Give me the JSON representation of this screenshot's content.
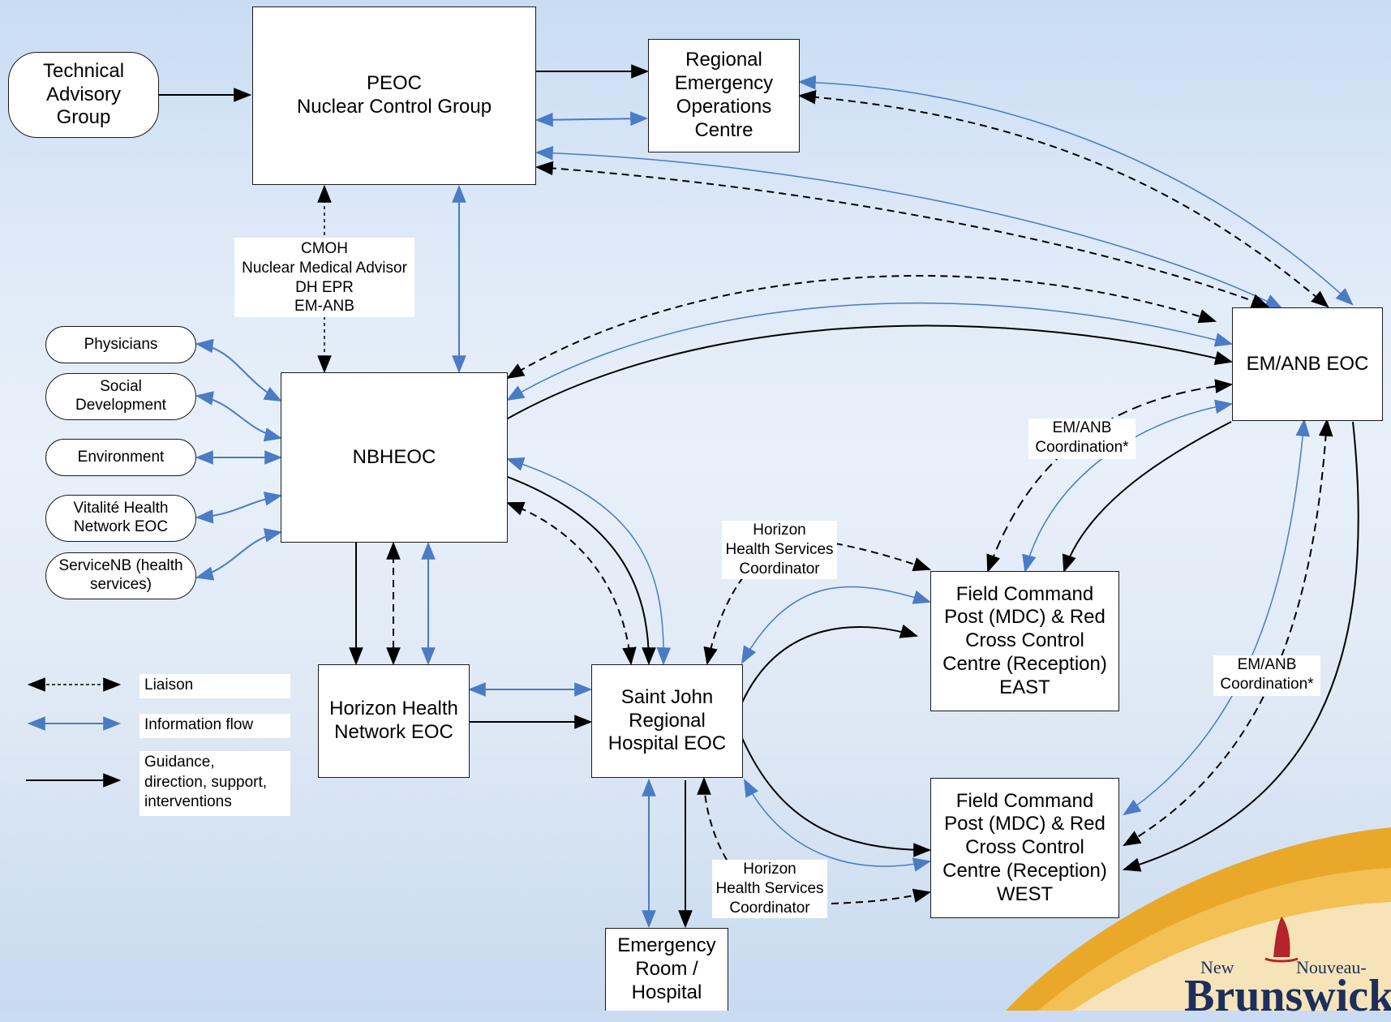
{
  "colors": {
    "info_flow": "#4a7bc4",
    "guidance": "#000000",
    "liaison": "#000000",
    "logo_gold": "#e9a82a",
    "logo_red": "#b5242a",
    "logo_navy": "#1d2f5c"
  },
  "nodes": {
    "technical_advisory": [
      "Technical",
      "Advisory",
      "Group"
    ],
    "peoc": [
      "PEOC",
      "Nuclear Control Group"
    ],
    "reoc": [
      "Regional",
      "Emergency",
      "Operations",
      "Centre"
    ],
    "emanb_eoc": [
      "EM/ANB EOC"
    ],
    "nbheoc": [
      "NBHEOC"
    ],
    "physicians": [
      "Physicians"
    ],
    "social_dev": [
      "Social",
      "Development"
    ],
    "environment": [
      "Environment"
    ],
    "vitalite": [
      "Vitalité Health",
      "Network EOC"
    ],
    "servicenb": [
      "ServiceNB (health",
      "services)"
    ],
    "horizon_eoc": [
      "Horizon Health",
      "Network EOC"
    ],
    "sjrh_eoc": [
      "Saint John",
      "Regional",
      "Hospital EOC"
    ],
    "fcp_east": [
      "Field Command",
      "Post (MDC) & Red",
      "Cross Control",
      "Centre (Reception)",
      "EAST"
    ],
    "fcp_west": [
      "Field Command",
      "Post (MDC) & Red",
      "Cross Control",
      "Centre (Reception)",
      "WEST"
    ],
    "er_hospital": [
      "Emergency",
      "Room /",
      "Hospital"
    ]
  },
  "labels": {
    "cmoh": [
      "CMOH",
      "Nuclear Medical Advisor",
      "DH EPR",
      "EM-ANB"
    ],
    "emanb_coord_1": [
      "EM/ANB",
      "Coordination*"
    ],
    "emanb_coord_2": [
      "EM/ANB",
      "Coordination*"
    ],
    "horizon_coord_1": [
      "Horizon",
      "Health Services",
      "Coordinator"
    ],
    "horizon_coord_2": [
      "Horizon",
      "Health Services",
      "Coordinator"
    ]
  },
  "legend": {
    "liaison": "Liaison",
    "info_flow": "Information flow",
    "guidance": [
      "Guidance,",
      "direction, support,",
      "interventions"
    ]
  },
  "logo": {
    "word1": "New",
    "word2": "Nouveau-",
    "word3": "Brunswick"
  }
}
